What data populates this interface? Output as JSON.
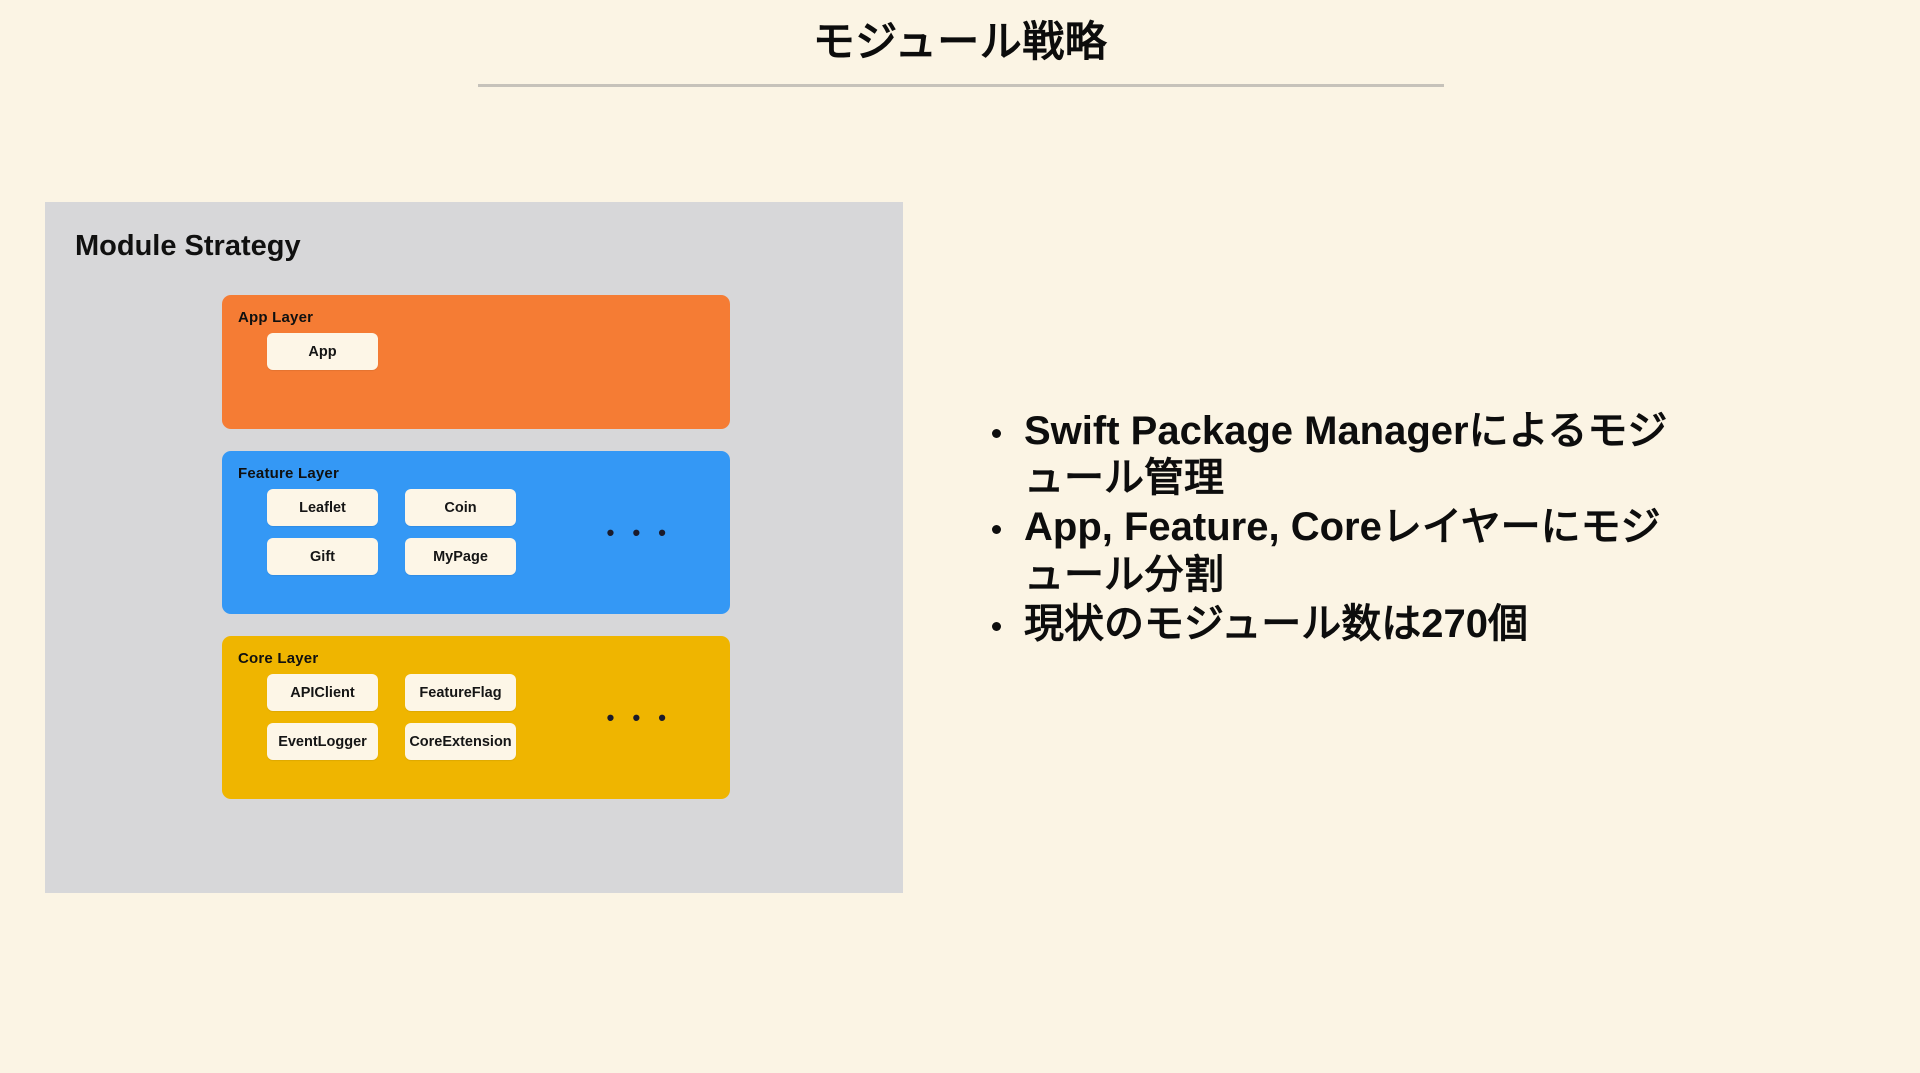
{
  "slide": {
    "title": "モジュール戦略",
    "background_color": "#FBF4E4",
    "rule_color": "#C6C2BA"
  },
  "diagram": {
    "heading": "Module Strategy",
    "panel_color": "#D7D7D9",
    "module_box_color": "#FDF6E7",
    "ellipsis": "• • •",
    "layers": [
      {
        "name": "App Layer",
        "color": "#F57C34",
        "has_ellipsis": false,
        "rows": [
          [
            "App"
          ]
        ]
      },
      {
        "name": "Feature Layer",
        "color": "#3498F5",
        "has_ellipsis": true,
        "rows": [
          [
            "Leaflet",
            "Coin"
          ],
          [
            "Gift",
            "MyPage"
          ]
        ]
      },
      {
        "name": "Core Layer",
        "color": "#EFB500",
        "has_ellipsis": true,
        "rows": [
          [
            "APIClient",
            "FeatureFlag"
          ],
          [
            "EventLogger",
            "CoreExtension"
          ]
        ]
      }
    ]
  },
  "bullets": [
    "Swift Package Managerによるモジュール管理",
    "App,  Feature, Coreレイヤーにモジュール分割",
    "現状のモジュール数は270個"
  ]
}
